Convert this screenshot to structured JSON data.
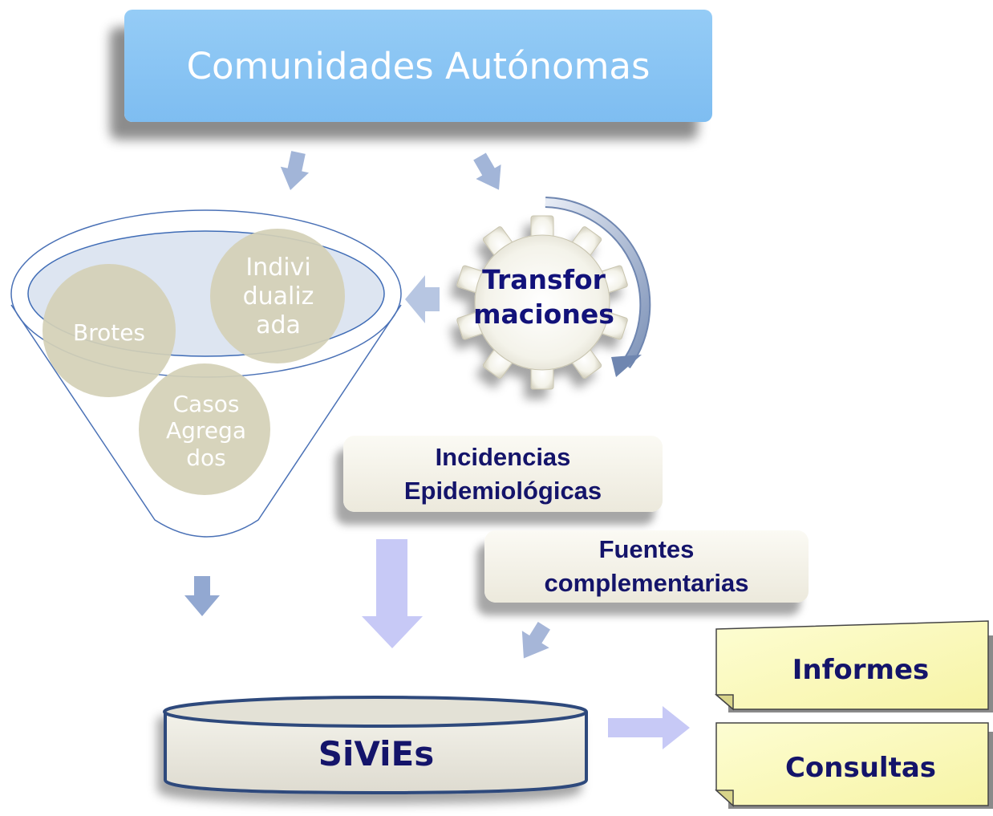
{
  "header": {
    "title": "Comunidades Autónomas"
  },
  "funnel": {
    "circles": [
      {
        "label": "Brotes"
      },
      {
        "label": "Indivi dualiz ada"
      },
      {
        "label": "Casos Agrega dos"
      }
    ]
  },
  "process": {
    "label": "Transfor maciones"
  },
  "sources": {
    "incidencias": "Incidencias Epidemiológicas",
    "fuentes": "Fuentes complementarias"
  },
  "database": {
    "label": "SiViEs"
  },
  "outputs": {
    "informes": "Informes",
    "consultas": "Consultas"
  }
}
